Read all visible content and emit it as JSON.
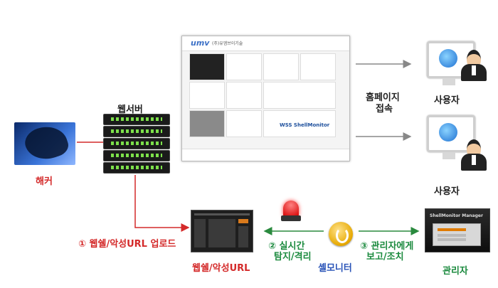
{
  "labels": {
    "web_server": "웹서버",
    "hacker": "해커",
    "homepage_access_line1": "홈페이지",
    "homepage_access_line2": "접속",
    "user_top": "사용자",
    "user_bottom": "사용자",
    "step1": "① 웹쉘/악성URL 업로드",
    "webshell_url": "웹쉘/악성URL",
    "step2_line1": "② 실시간",
    "step2_line2": "탐지/격리",
    "shell_monitor": "셸모니터",
    "step3_line1": "③ 관리자에게",
    "step3_line2": "보고/조치",
    "admin": "관리자"
  },
  "homepage": {
    "logo": "umv",
    "company": "(주)유엠브이기술",
    "product": "WSS ShellMonitor"
  },
  "manager_box": {
    "title": "ShellMonitor Manager"
  },
  "icons": {
    "hacker_photo": "hacker-image",
    "server": "server-rack-icon",
    "user_monitor": "ie-monitor-icon",
    "person": "businessman-icon",
    "siren": "siren-icon",
    "shell_monitor": "shellmonitor-logo-icon"
  },
  "colors": {
    "attack_line": "#d42a2a",
    "access_arrow": "#888888",
    "detect_arrow": "#2a8a3e",
    "report_arrow": "#2a8a3e"
  }
}
